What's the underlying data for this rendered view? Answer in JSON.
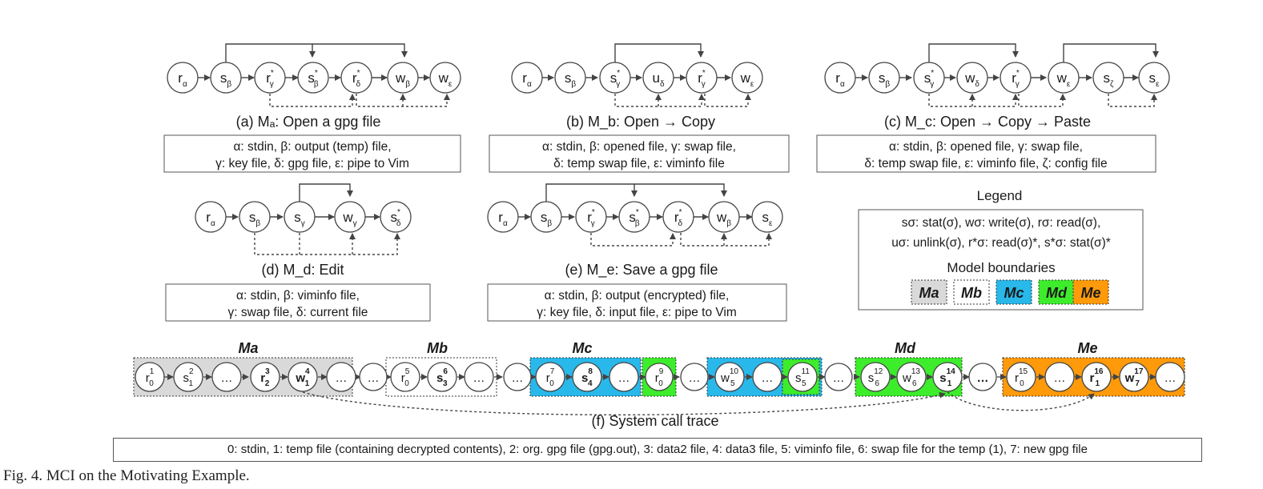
{
  "captions": {
    "a": "(a) Mₐ: Open a gpg file",
    "b": "(b) M_b: Open → Copy",
    "c": "(c) M_c: Open → Copy → Paste",
    "d": "(d) M_d: Edit",
    "e": "(e) M_e: Save a gpg file",
    "f": "(f) System call trace"
  },
  "boxes": {
    "a": [
      "α: stdin, β: output (temp) file,",
      "γ: key file, δ: gpg file, ε: pipe to Vim"
    ],
    "b": [
      "α: stdin, β: opened file, γ: swap file,",
      "δ: temp swap file, ε: viminfo file"
    ],
    "c": [
      "α: stdin, β: opened file, γ: swap file,",
      "δ: temp swap file, ε: viminfo file, ζ: config file"
    ],
    "d": [
      "α: stdin, β: viminfo file,",
      "γ: swap file, δ: current file"
    ],
    "e": [
      "α: stdin, β: output (encrypted) file,",
      "γ: key file, δ: input file, ε: pipe to Vim"
    ]
  },
  "legend": {
    "title": "Legend",
    "line1": "sσ: stat(σ), wσ: write(σ), rσ: read(σ),",
    "line2": "uσ: unlink(σ), r*σ: read(σ)*, s*σ: stat(σ)*",
    "boundaries_title": "Model boundaries",
    "swatches": [
      "Ma",
      "Mb",
      "Mc",
      "Md",
      "Me"
    ]
  },
  "trace_labels": {
    "Ma": "Ma",
    "Mb": "Mb",
    "Mc": "Mc",
    "Md": "Md",
    "Me": "Me"
  },
  "bottom_line": "0: stdin, 1: temp file (containing decrypted contents), 2: org. gpg file (gpg.out), 3: data2 file, 4: data3 file, 5: viminfo file, 6: swap file for the temp (1), 7: new gpg file",
  "figure_caption": "Fig. 4.    MCI on the Motivating Example.",
  "colors": {
    "gray": "#d9d9d9",
    "blue": "#29b8ea",
    "green": "#3ded2c",
    "orange": "#ff9a0a"
  }
}
